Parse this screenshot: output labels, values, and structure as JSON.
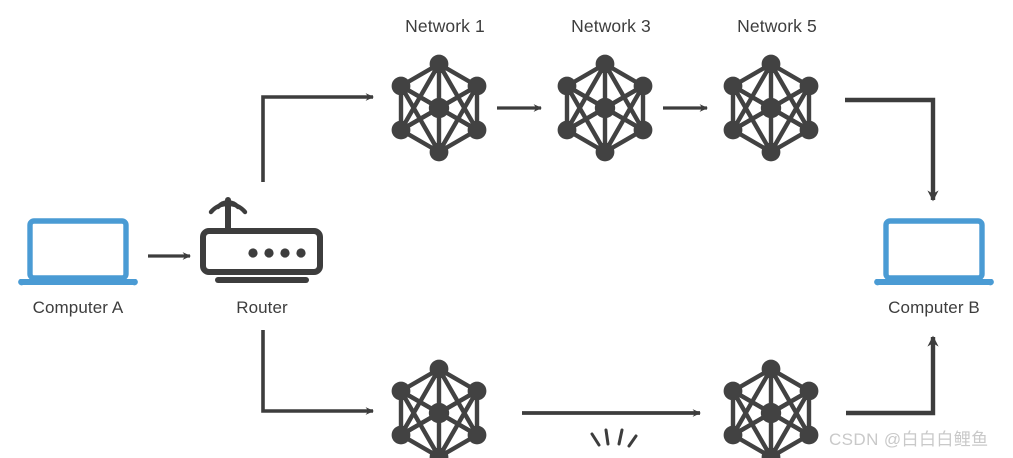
{
  "diagram": {
    "title": "Network routing path diagram",
    "background": "#ffffff",
    "colors": {
      "accent_blue": "#4a9bd4",
      "dark_gray": "#3d3d3d",
      "node_gray": "#424242",
      "watermark_gray": "#c9c9c9"
    },
    "endpoints": [
      {
        "id": "computer-a",
        "label": "Computer A",
        "icon": "laptop-icon",
        "color": "#4a9bd4"
      },
      {
        "id": "router",
        "label": "Router",
        "icon": "router-icon",
        "color": "#3d3d3d"
      },
      {
        "id": "computer-b",
        "label": "Computer B",
        "icon": "laptop-icon",
        "color": "#4a9bd4"
      }
    ],
    "networks": [
      {
        "id": "network-1",
        "label": "Network 1",
        "icon": "network-mesh-icon",
        "row": "top"
      },
      {
        "id": "network-3",
        "label": "Network 3",
        "icon": "network-mesh-icon",
        "row": "top"
      },
      {
        "id": "network-5",
        "label": "Network 5",
        "icon": "network-mesh-icon",
        "row": "top"
      },
      {
        "id": "network-lower-left",
        "label": "",
        "icon": "network-mesh-icon",
        "row": "bottom"
      },
      {
        "id": "network-lower-right",
        "label": "",
        "icon": "network-mesh-icon",
        "row": "bottom"
      }
    ],
    "connectors": [
      {
        "id": "conn-a-to-router",
        "type": "straight-arrow",
        "direction": "right"
      },
      {
        "id": "conn-router-to-network-1",
        "type": "elbow-arrow",
        "direction": "up-right"
      },
      {
        "id": "conn-network-1-to-network-3",
        "type": "straight-arrow",
        "direction": "right"
      },
      {
        "id": "conn-network-3-to-network-5",
        "type": "straight-arrow",
        "direction": "right"
      },
      {
        "id": "conn-network-5-to-computer-b",
        "type": "elbow-arrow",
        "direction": "right-down"
      },
      {
        "id": "conn-router-to-lower-left",
        "type": "elbow-arrow",
        "direction": "down-right"
      },
      {
        "id": "conn-lower-left-to-lower-right",
        "type": "straight-arrow",
        "direction": "right"
      },
      {
        "id": "conn-lower-right-to-computer-b",
        "type": "elbow-arrow",
        "direction": "right-up"
      }
    ],
    "annotations": [
      {
        "id": "burst-marker",
        "icon": "starburst-icon",
        "note": ""
      }
    ],
    "watermark": "CSDN @白白白鲤鱼"
  }
}
